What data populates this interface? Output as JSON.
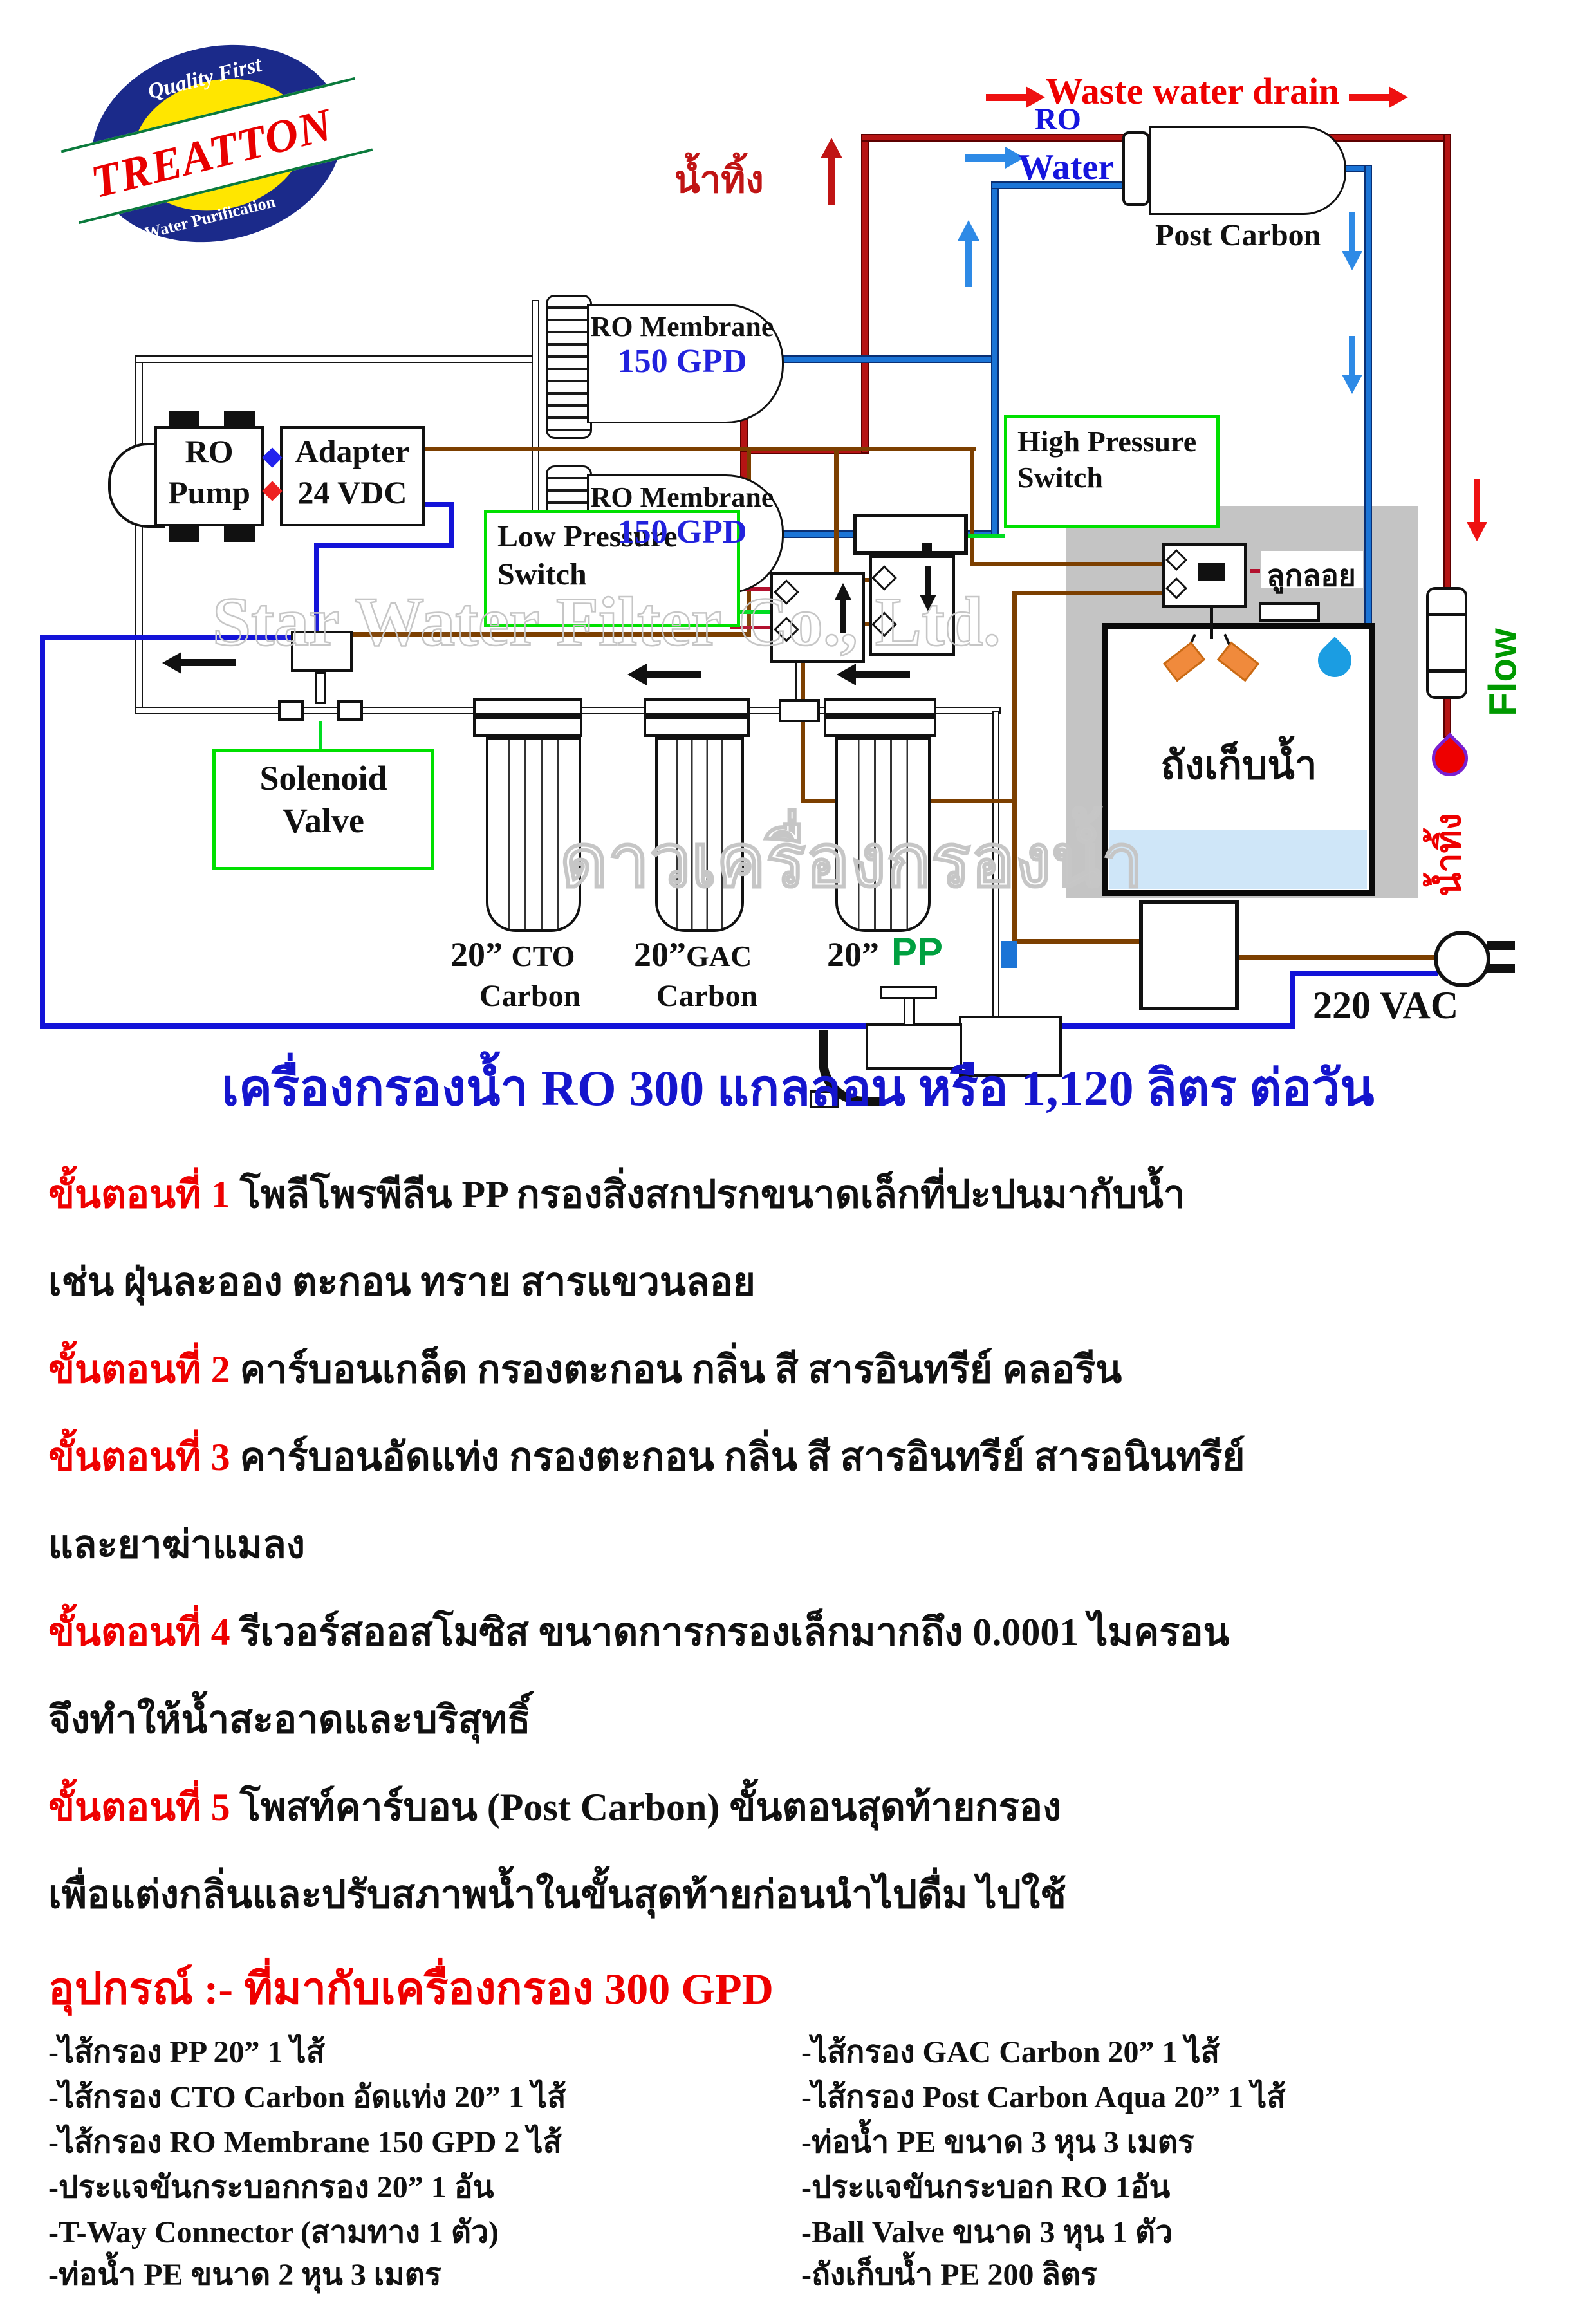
{
  "logo": {
    "brand": "TREATTON",
    "tagline_top": "Quality First",
    "tagline_bottom": "Water Purification"
  },
  "diagram": {
    "waste_drain_label": "Waste water drain",
    "waste_thai_top": "น้ำทิ้ง",
    "waste_thai_side": "น้ำทิ้ง",
    "ro_water_line1": "RO",
    "ro_water_line2": "Water",
    "post_carbon_label": "Post Carbon",
    "membrane_name": "RO Membrane",
    "membrane_spec": "150 GPD",
    "pump_line1": "RO",
    "pump_line2": "Pump",
    "adapter_line1": "Adapter",
    "adapter_line2": "24 VDC",
    "low_pressure_line1": "Low Pressure",
    "low_pressure_line2": "Switch",
    "high_pressure_line1": "High Pressure",
    "high_pressure_line2": "Switch",
    "solenoid_line1": "Solenoid",
    "solenoid_line2": "Valve",
    "float_switch_label": "ลูกลอย",
    "tank_label": "ถังเก็บน้ำ",
    "flow_label": "Flow",
    "vac_label": "220 VAC",
    "filter1_size": "20”",
    "filter1_type": "CTO",
    "filter1_sub": "Carbon",
    "filter2_size": "20”",
    "filter2_type": "GAC",
    "filter2_sub": "Carbon",
    "filter3_size": "20”",
    "filter3_type": "PP",
    "watermark_en": "Star Water Filter Co., Ltd.",
    "watermark_th": "ดาวเครื่องกรองน้ำ"
  },
  "title": "เครื่องกรองน้ำ RO 300 แกลลอน หรือ 1,120 ลิตร ต่อวัน",
  "steps": [
    {
      "label": "ขั้นตอนที่ 1",
      "text": " โพลีโพรพีลีน PP กรองสิ่งสกปรกขนาดเล็กที่ปะปนมากับน้ำ"
    },
    {
      "label": "",
      "text": "เช่น ฝุ่นละออง ตะกอน ทราย สารแขวนลอย"
    },
    {
      "label": "ขั้นตอนที่ 2",
      "text": "  คาร์บอนเกล็ด กรองตะกอน กลิ่น สี สารอินทรีย์ คลอรีน"
    },
    {
      "label": "ขั้นตอนที่ 3",
      "text": "  คาร์บอนอัดแท่ง  กรองตะกอน กลิ่น สี สารอินทรีย์ สารอนินทรีย์"
    },
    {
      "label": "",
      "text": " และยาฆ่าแมลง"
    },
    {
      "label": "ขั้นตอนที่ 4",
      "text": " รีเวอร์สออสโมซิส ขนาดการกรองเล็กมากถึง 0.0001 ไมครอน"
    },
    {
      "label": "",
      "text": "จึงทำให้น้ำสะอาดและบริสุทธิ์"
    },
    {
      "label": "ขั้นตอนที่ 5",
      "text": "  โพสท์คาร์บอน (Post Carbon) ขั้นตอนสุดท้ายกรอง"
    },
    {
      "label": "",
      "text": "เพื่อแต่งกลิ่นและปรับสภาพน้ำในขั้นสุดท้ายก่อนนำไปดื่ม ไปใช้"
    }
  ],
  "equipment": {
    "heading": "อุปกรณ์ :- ที่มากับเครื่องกรอง 300 GPD",
    "left": [
      "-ไส้กรอง PP 20”   1 ไส้",
      "-ไส้กรอง CTO Carbon อัดแท่ง  20”   1 ไส้",
      "-ไส้กรอง RO Membrane  150 GPD   2 ไส้",
      "-ประแจขันกระบอกกรอง 20” 1 อัน",
      "-T-Way Connector (สามทาง 1 ตัว)",
      "-ท่อน้ำ PE ขนาด 2 หุน 3 เมตร"
    ],
    "right": [
      "-ไส้กรอง GAC Carbon  20”   1  ไส้",
      "-ไส้กรอง Post Carbon Aqua 20” 1 ไส้",
      "-ท่อน้ำ PE ขนาด 3 หุน 3 เมตร",
      "-ประแจขันกระบอก RO 1อัน",
      "-Ball Valve ขนาด 3 หุน  1 ตัว",
      "-ถังเก็บน้ำ PE 200 ลิตร"
    ]
  },
  "colors": {
    "accent_red": "#ee0000",
    "pipe_red": "#b51414",
    "pipe_blue": "#1b74d6",
    "wire_brown": "#7c3f00",
    "wire_blue": "#1313d8",
    "label_green": "#00e000",
    "title_blue": "#1515cd",
    "flow_green": "#009900",
    "pp_green": "#00a040"
  }
}
